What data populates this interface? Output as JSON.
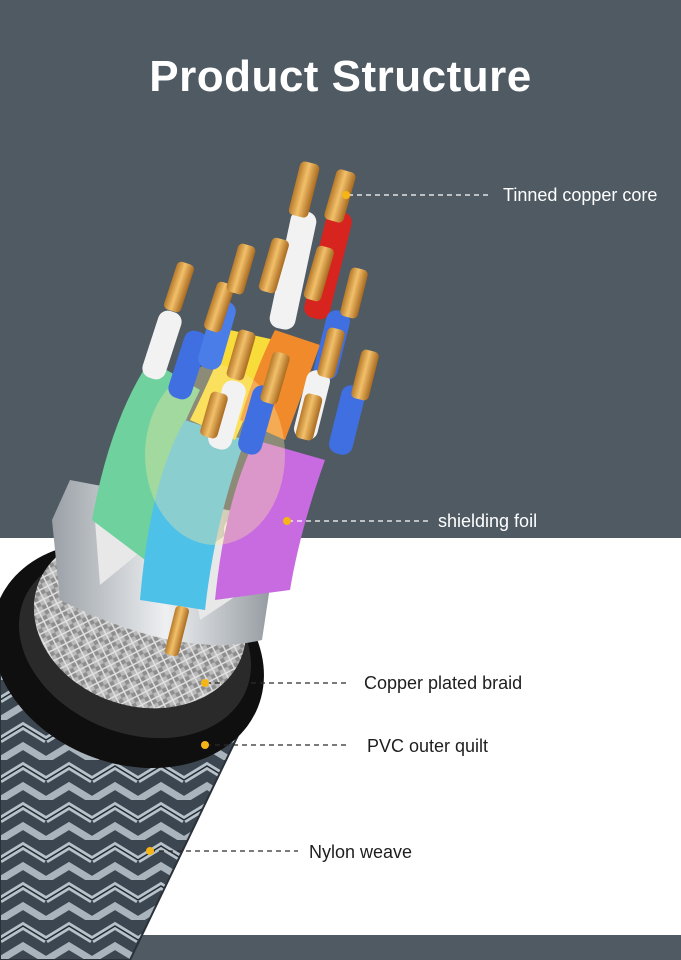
{
  "title": "Product Structure",
  "colors": {
    "top_background": "#4f5a63",
    "bottom_background": "#ffffff",
    "bottom_band": "#4f5a63",
    "dot": "#f5b516",
    "leader_line_on_dark": "#ffffff",
    "leader_line_on_light": "#2a2a2a"
  },
  "labels": {
    "tinned_copper_core": "Tinned copper core",
    "shielding_foil": "shielding foil",
    "copper_plated_braid": "Copper plated braid",
    "pvc_outer_quilt": "PVC outer quilt",
    "nylon_weave": "Nylon weave"
  }
}
